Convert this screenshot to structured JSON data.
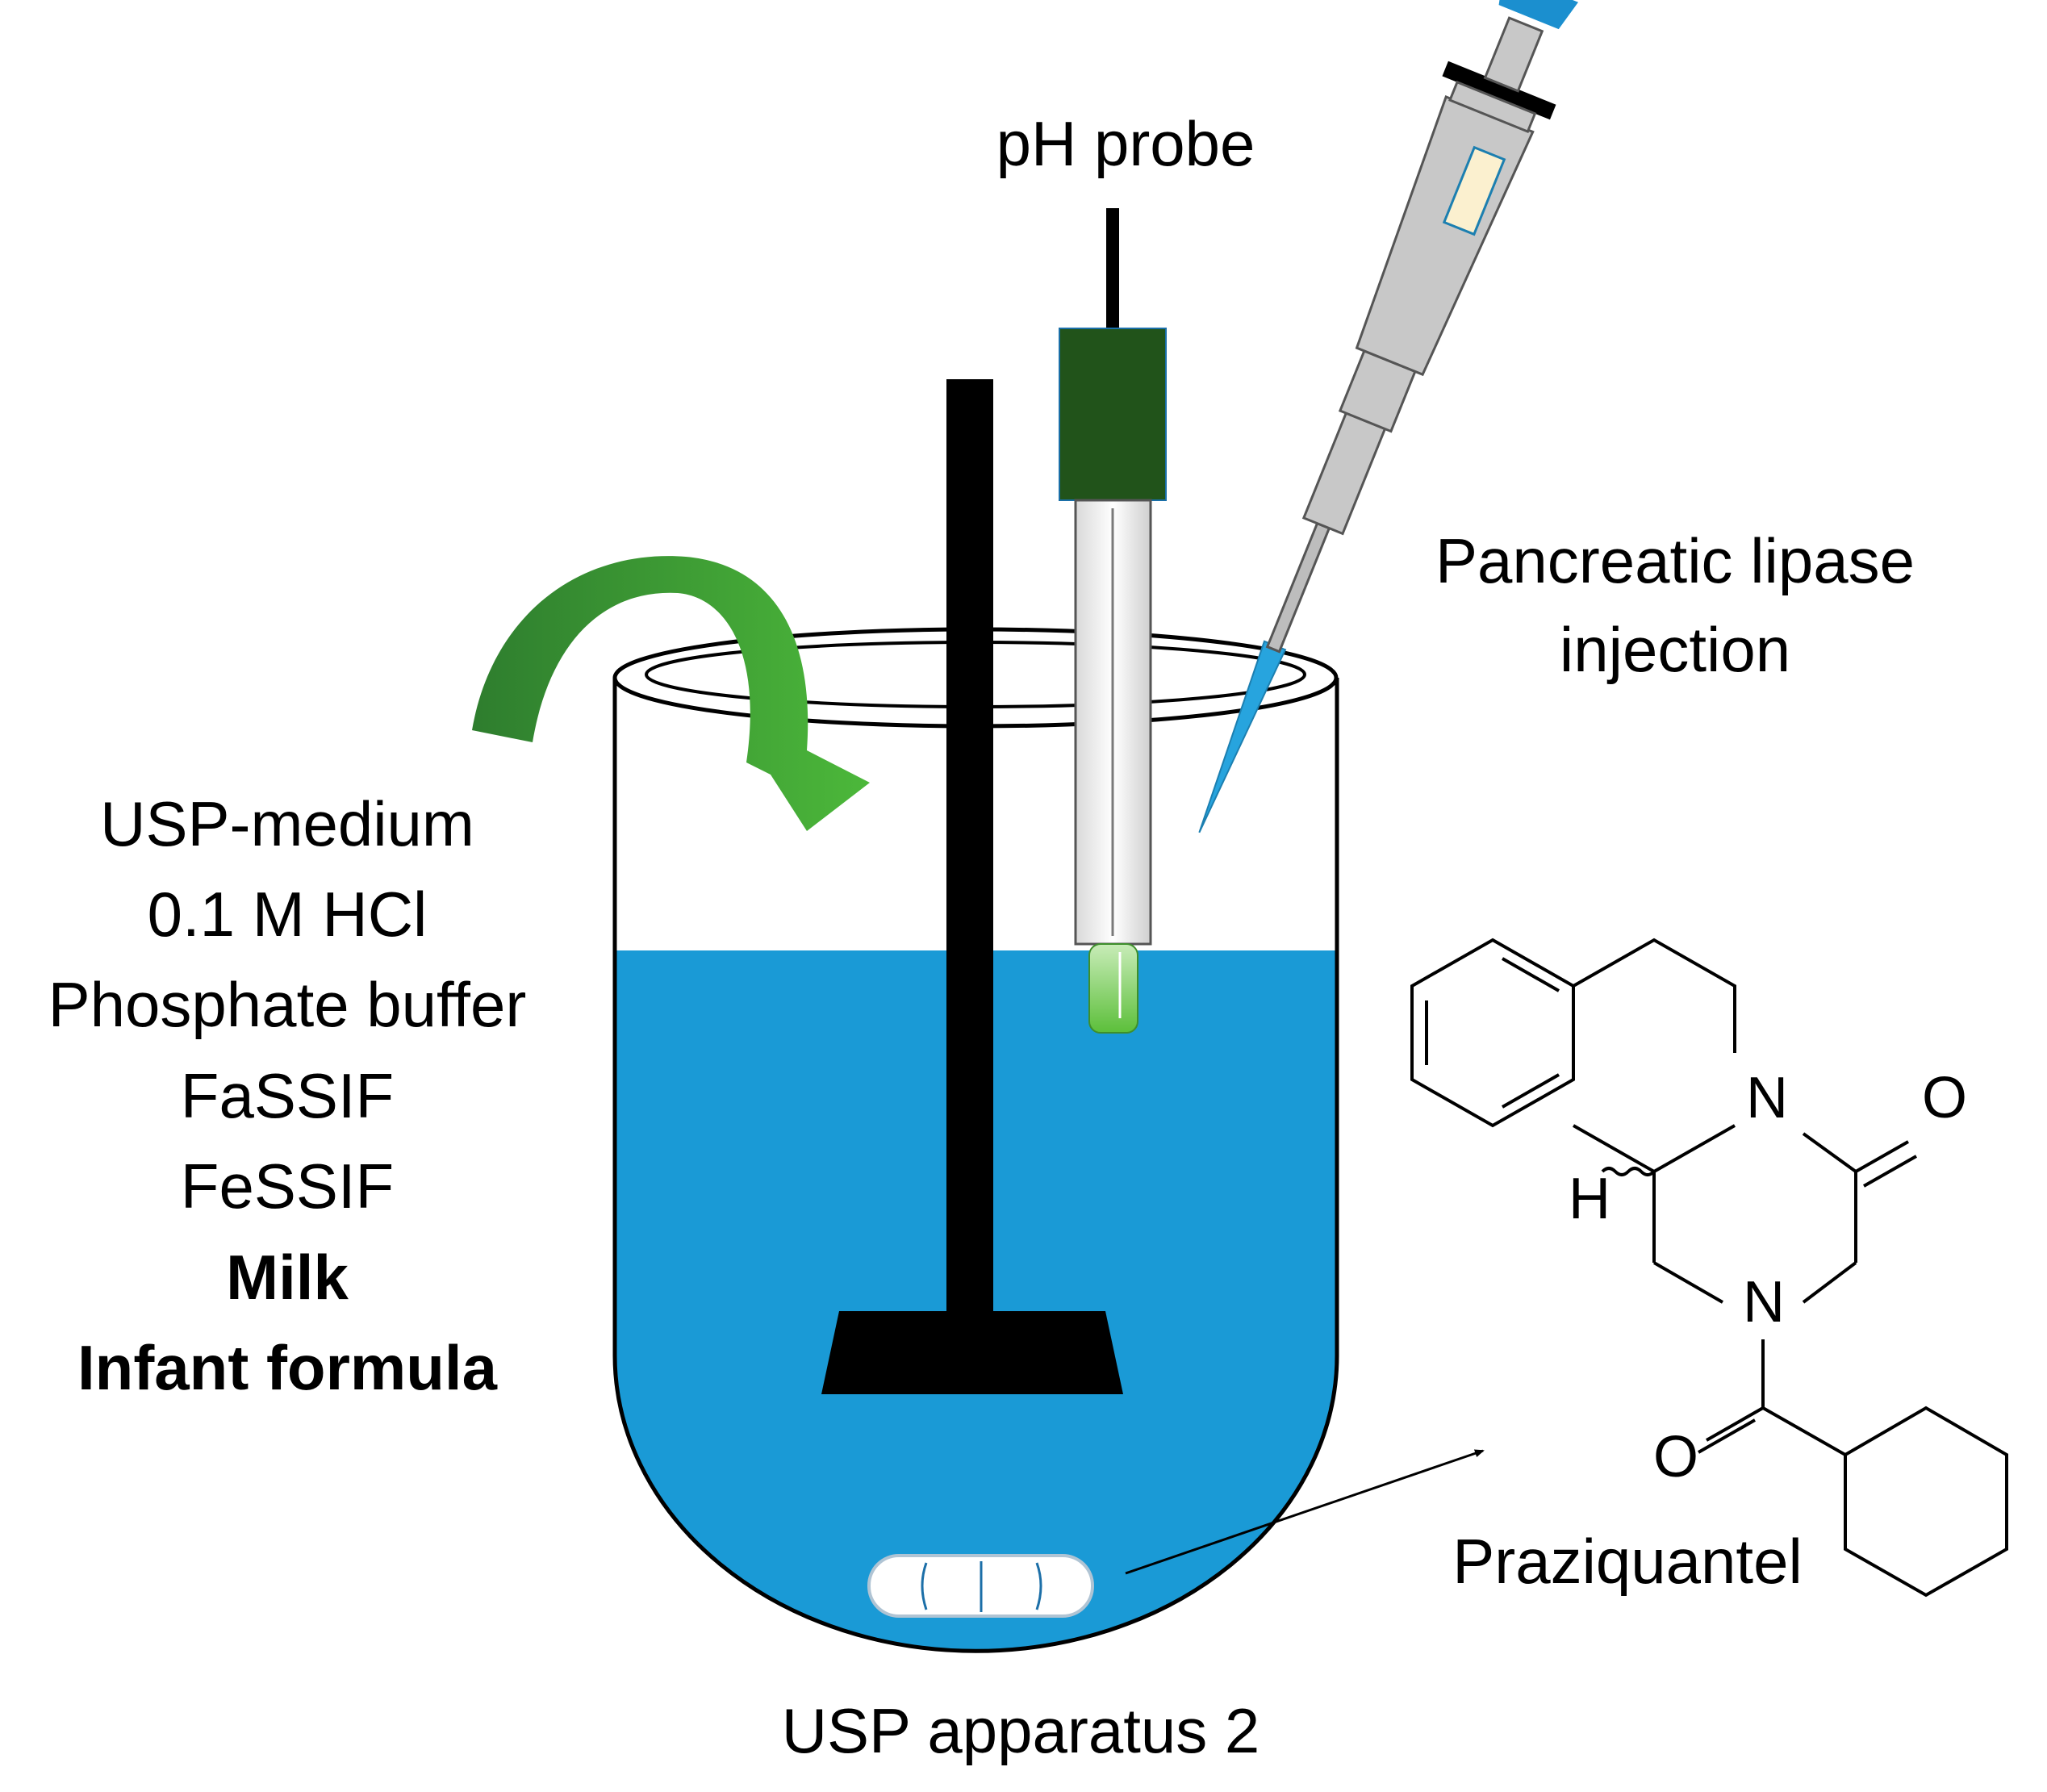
{
  "labels": {
    "ph_probe": "pH probe",
    "lipase_line1": "Pancreatic lipase",
    "lipase_line2": "injection",
    "apparatus": "USP apparatus 2",
    "drug": "Praziquantel"
  },
  "media": [
    {
      "text": "USP-medium",
      "bold": false
    },
    {
      "text": "0.1 M HCl",
      "bold": false
    },
    {
      "text": "Phosphate buffer",
      "bold": false
    },
    {
      "text": "FaSSIF",
      "bold": false
    },
    {
      "text": "FeSSIF",
      "bold": false
    },
    {
      "text": "Milk",
      "bold": true
    },
    {
      "text": "Infant formula",
      "bold": true
    }
  ],
  "structure_atoms": {
    "n1": "N",
    "n2": "N",
    "o1": "O",
    "o2": "O",
    "h": "H"
  },
  "colors": {
    "medium_blue": "#1a9ad6",
    "arrow_green_light": "#45b035",
    "arrow_green_dark": "#2e7d2e",
    "probe_cap_green": "#21531a",
    "probe_tip_green": "#7ccc5a",
    "pipette_grey": "#c8c8c8",
    "pipette_tip_blue": "#27a4de",
    "pipette_button_blue": "#1b8fcf"
  }
}
